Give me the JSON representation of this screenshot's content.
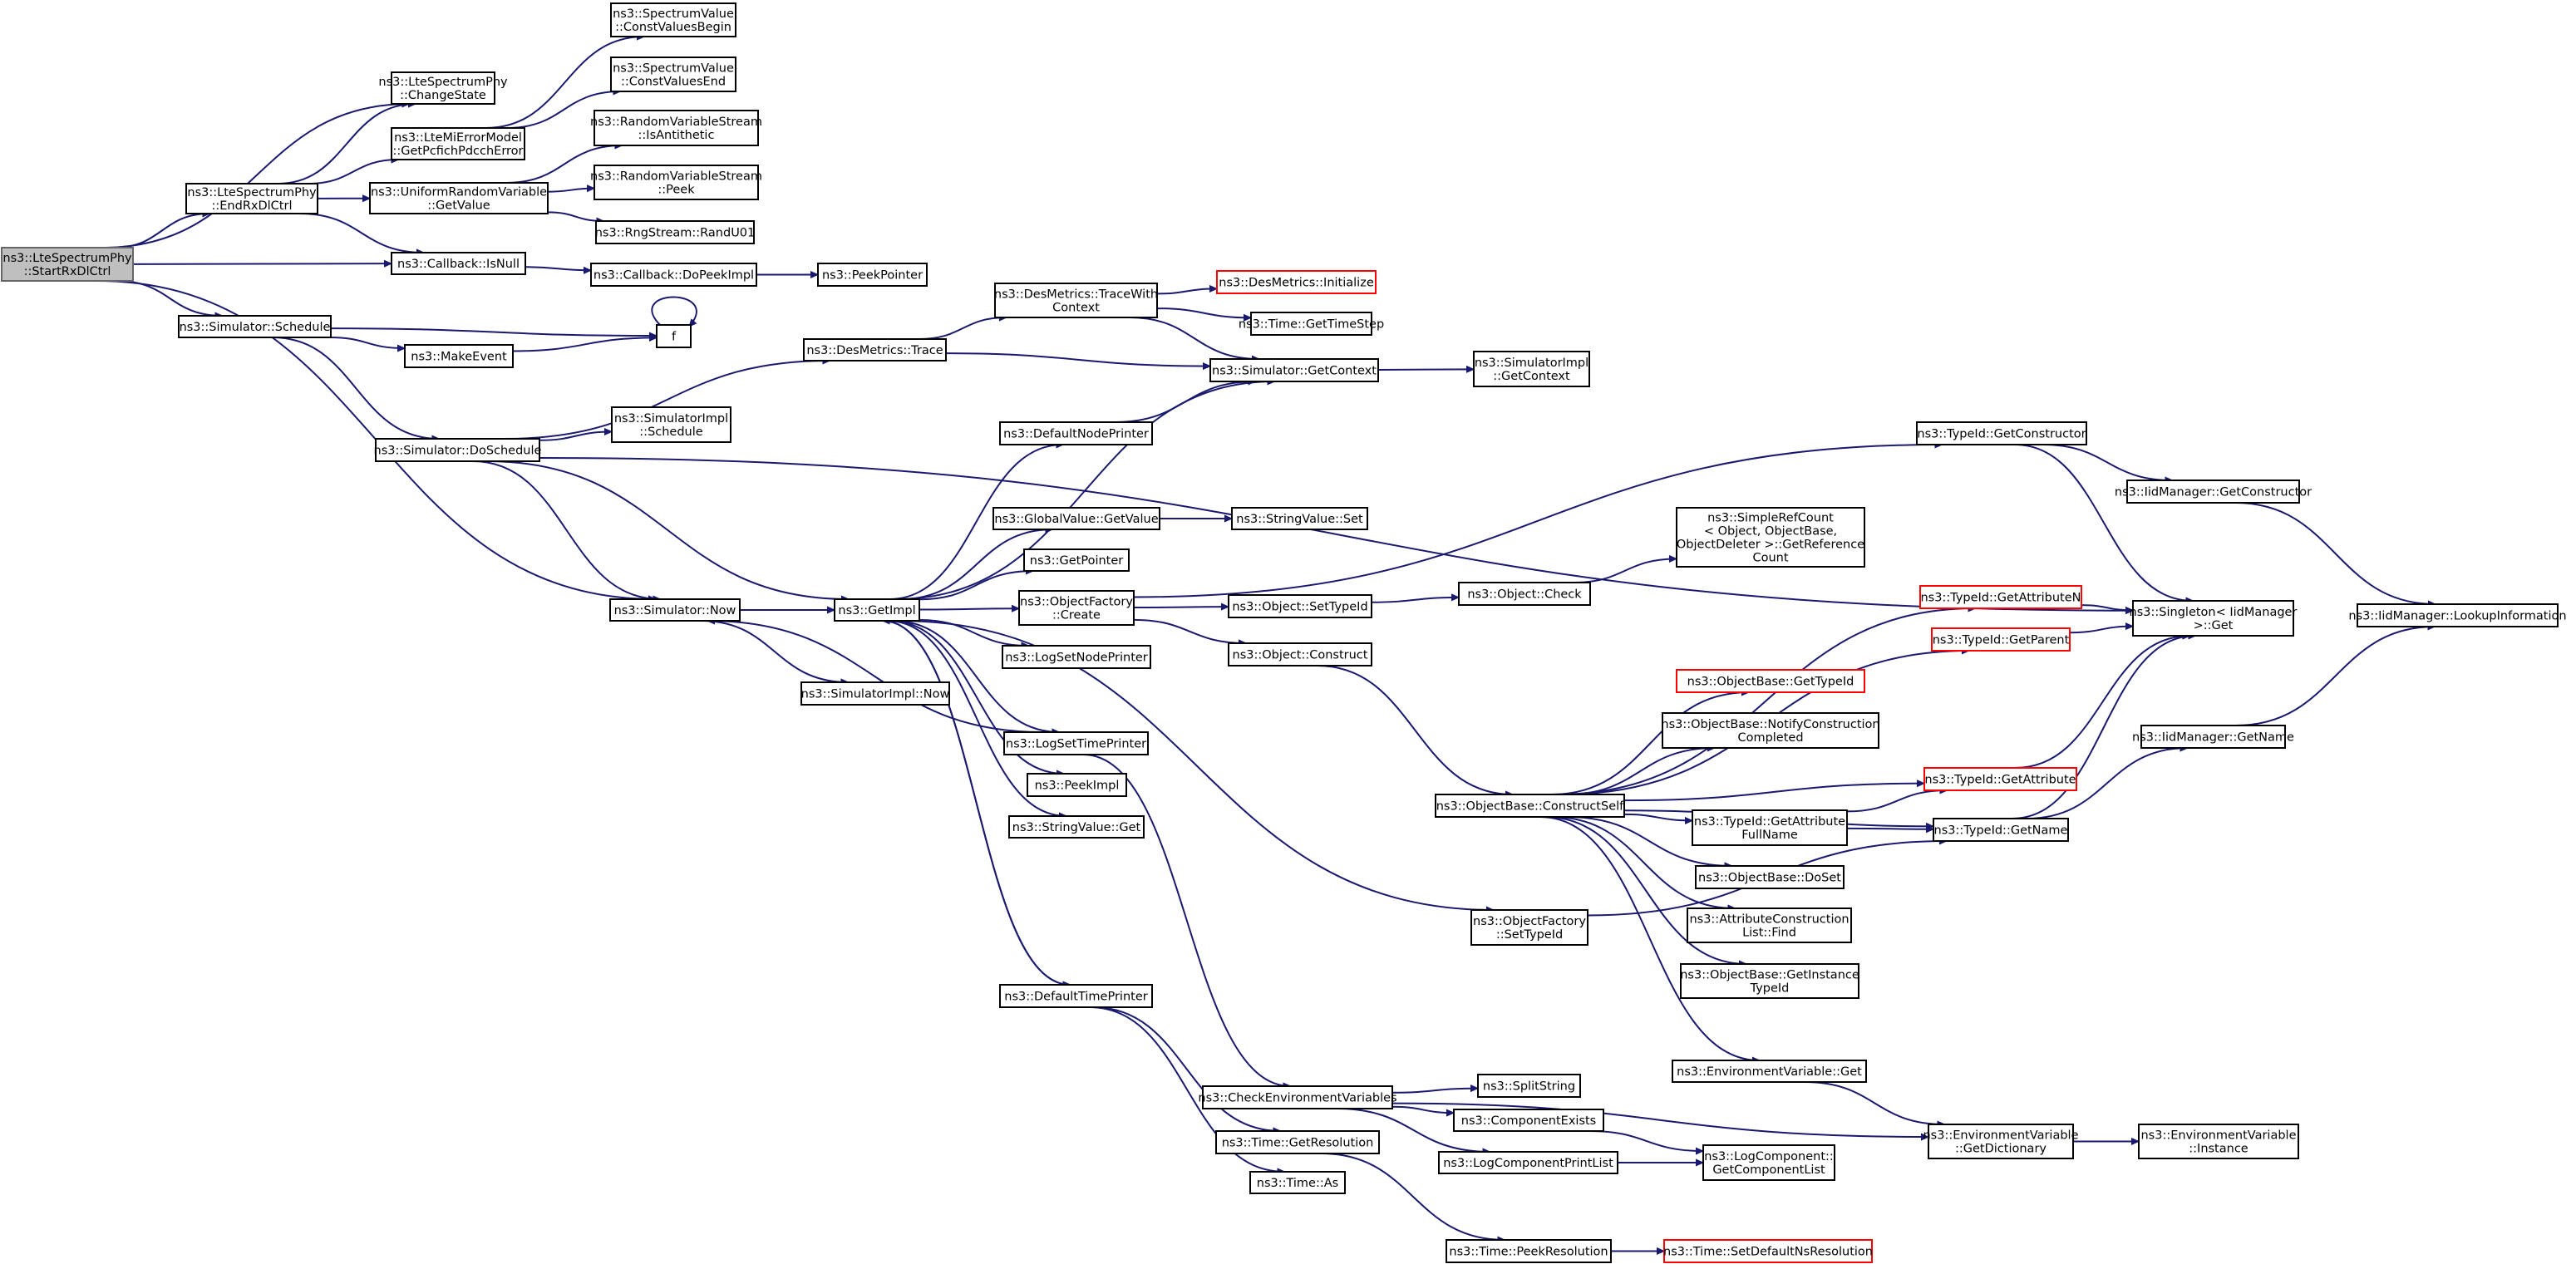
{
  "graph": {
    "root": "startrxdlctrl",
    "nodes": [
      {
        "id": "startrxdlctrl",
        "lines": [
          "ns3::LteSpectrumPhy",
          "::StartRxDlCtrl"
        ]
      },
      {
        "id": "changestate",
        "lines": [
          "ns3::LteSpectrumPhy",
          "::ChangeState"
        ]
      },
      {
        "id": "endrxdlctrl",
        "lines": [
          "ns3::LteSpectrumPhy",
          "::EndRxDlCtrl"
        ]
      },
      {
        "id": "getpcfich",
        "lines": [
          "ns3::LteMiErrorModel",
          "::GetPcfichPdcchError"
        ]
      },
      {
        "id": "uniformgetvalue",
        "lines": [
          "ns3::UniformRandomVariable",
          "::GetValue"
        ]
      },
      {
        "id": "cvbegin",
        "lines": [
          "ns3::SpectrumValue",
          "::ConstValuesBegin"
        ]
      },
      {
        "id": "cvend",
        "lines": [
          "ns3::SpectrumValue",
          "::ConstValuesEnd"
        ]
      },
      {
        "id": "isantithetic",
        "lines": [
          "ns3::RandomVariableStream",
          "::IsAntithetic"
        ]
      },
      {
        "id": "rvspeek",
        "lines": [
          "ns3::RandomVariableStream",
          "::Peek"
        ]
      },
      {
        "id": "randu01",
        "lines": [
          "ns3::RngStream::RandU01"
        ]
      },
      {
        "id": "isnull",
        "lines": [
          "ns3::Callback::IsNull"
        ]
      },
      {
        "id": "dopeekimpl",
        "lines": [
          "ns3::Callback::DoPeekImpl"
        ]
      },
      {
        "id": "peekpointer",
        "lines": [
          "ns3::PeekPointer"
        ]
      },
      {
        "id": "schedule",
        "lines": [
          "ns3::Simulator::Schedule"
        ]
      },
      {
        "id": "makeevent",
        "lines": [
          "ns3::MakeEvent"
        ]
      },
      {
        "id": "f",
        "lines": [
          "f"
        ]
      },
      {
        "id": "doschedule",
        "lines": [
          "ns3::Simulator::DoSchedule"
        ]
      },
      {
        "id": "siminow",
        "lines": [
          "ns3::Simulator::Now"
        ]
      },
      {
        "id": "simimplnow",
        "lines": [
          "ns3::SimulatorImpl::Now"
        ]
      },
      {
        "id": "desmtrace",
        "lines": [
          "ns3::DesMetrics::Trace"
        ]
      },
      {
        "id": "desmtracewc",
        "lines": [
          "ns3::DesMetrics::TraceWith",
          "Context"
        ]
      },
      {
        "id": "desminit",
        "lines": [
          "ns3::DesMetrics::Initialize"
        ],
        "truncated": true
      },
      {
        "id": "timestep",
        "lines": [
          "ns3::Time::GetTimeStep"
        ]
      },
      {
        "id": "simgetcontext",
        "lines": [
          "ns3::Simulator::GetContext"
        ]
      },
      {
        "id": "simimplgetcontext",
        "lines": [
          "ns3::SimulatorImpl",
          "::GetContext"
        ]
      },
      {
        "id": "simimplschedule",
        "lines": [
          "ns3::SimulatorImpl",
          "::Schedule"
        ]
      },
      {
        "id": "defnodeprinter",
        "lines": [
          "ns3::DefaultNodePrinter"
        ]
      },
      {
        "id": "getimpl",
        "lines": [
          "ns3::GetImpl"
        ]
      },
      {
        "id": "gvgetvalue",
        "lines": [
          "ns3::GlobalValue::GetValue"
        ]
      },
      {
        "id": "strvalset",
        "lines": [
          "ns3::StringValue::Set"
        ]
      },
      {
        "id": "getpointer",
        "lines": [
          "ns3::GetPointer"
        ]
      },
      {
        "id": "objfactcreate",
        "lines": [
          "ns3::ObjectFactory",
          "::Create"
        ]
      },
      {
        "id": "lognodeprinter",
        "lines": [
          "ns3::LogSetNodePrinter"
        ]
      },
      {
        "id": "logtimeprinter",
        "lines": [
          "ns3::LogSetTimePrinter"
        ]
      },
      {
        "id": "peekimpl",
        "lines": [
          "ns3::PeekImpl"
        ]
      },
      {
        "id": "strvalget",
        "lines": [
          "ns3::StringValue::Get"
        ]
      },
      {
        "id": "deftimeprinter",
        "lines": [
          "ns3::DefaultTimePrinter"
        ]
      },
      {
        "id": "objsettypeid",
        "lines": [
          "ns3::Object::SetTypeId"
        ]
      },
      {
        "id": "objcheck",
        "lines": [
          "ns3::Object::Check"
        ]
      },
      {
        "id": "simplerefcount",
        "lines": [
          "ns3::SimpleRefCount",
          "< Object, ObjectBase,",
          " ObjectDeleter >::GetReference",
          "Count"
        ]
      },
      {
        "id": "objconstruct",
        "lines": [
          "ns3::Object::Construct"
        ]
      },
      {
        "id": "constructself",
        "lines": [
          "ns3::ObjectBase::ConstructSelf"
        ]
      },
      {
        "id": "objfactsettypeid",
        "lines": [
          "ns3::ObjectFactory",
          "::SetTypeId"
        ]
      },
      {
        "id": "typeidgetctor",
        "lines": [
          "ns3::TypeId::GetConstructor"
        ]
      },
      {
        "id": "iidgetctor",
        "lines": [
          "ns3::IidManager::GetConstructor"
        ]
      },
      {
        "id": "iidlookup",
        "lines": [
          "ns3::IidManager::LookupInformation"
        ]
      },
      {
        "id": "singletonget",
        "lines": [
          "ns3::Singleton< IidManager",
          " >::Get"
        ]
      },
      {
        "id": "getattributen",
        "lines": [
          "ns3::TypeId::GetAttributeN"
        ],
        "truncated": true
      },
      {
        "id": "getparent",
        "lines": [
          "ns3::TypeId::GetParent"
        ],
        "truncated": true
      },
      {
        "id": "getinstancetypeid_red",
        "lines": [
          "ns3::ObjectBase::GetTypeId"
        ],
        "truncated": true
      },
      {
        "id": "notifyconstruct",
        "lines": [
          "ns3::ObjectBase::NotifyConstruction",
          "Completed"
        ]
      },
      {
        "id": "getattribute",
        "lines": [
          "ns3::TypeId::GetAttribute"
        ],
        "truncated": true
      },
      {
        "id": "getattrfullname",
        "lines": [
          "ns3::TypeId::GetAttribute",
          "FullName"
        ]
      },
      {
        "id": "typeidgetname",
        "lines": [
          "ns3::TypeId::GetName"
        ]
      },
      {
        "id": "iidgetname",
        "lines": [
          "ns3::IidManager::GetName"
        ]
      },
      {
        "id": "doset",
        "lines": [
          "ns3::ObjectBase::DoSet"
        ]
      },
      {
        "id": "attrconstructfind",
        "lines": [
          "ns3::AttributeConstruction",
          "List::Find"
        ]
      },
      {
        "id": "getinstancetypeid",
        "lines": [
          "ns3::ObjectBase::GetInstance",
          "TypeId"
        ]
      },
      {
        "id": "envvarget",
        "lines": [
          "ns3::EnvironmentVariable::Get"
        ]
      },
      {
        "id": "envgetdict",
        "lines": [
          "ns3::EnvironmentVariable",
          "::GetDictionary"
        ]
      },
      {
        "id": "envinstance",
        "lines": [
          "ns3::EnvironmentVariable",
          "::Instance"
        ]
      },
      {
        "id": "checkenv",
        "lines": [
          "ns3::CheckEnvironmentVariables"
        ]
      },
      {
        "id": "splitstring",
        "lines": [
          "ns3::SplitString"
        ]
      },
      {
        "id": "compexists",
        "lines": [
          "ns3::ComponentExists"
        ]
      },
      {
        "id": "logcompprintlist",
        "lines": [
          "ns3::LogComponentPrintList"
        ]
      },
      {
        "id": "logcompgetlist",
        "lines": [
          "ns3::LogComponent::",
          "GetComponentList"
        ]
      },
      {
        "id": "timegetres",
        "lines": [
          "ns3::Time::GetResolution"
        ]
      },
      {
        "id": "timeas",
        "lines": [
          "ns3::Time::As"
        ]
      },
      {
        "id": "timepeekres",
        "lines": [
          "ns3::Time::PeekResolution"
        ]
      },
      {
        "id": "setdefaultns",
        "lines": [
          "ns3::Time::SetDefaultNsResolution"
        ],
        "truncated": true
      }
    ],
    "edges": [
      [
        "startrxdlctrl",
        "changestate"
      ],
      [
        "startrxdlctrl",
        "endrxdlctrl"
      ],
      [
        "startrxdlctrl",
        "isnull"
      ],
      [
        "startrxdlctrl",
        "schedule"
      ],
      [
        "startrxdlctrl",
        "siminow"
      ],
      [
        "endrxdlctrl",
        "changestate"
      ],
      [
        "endrxdlctrl",
        "getpcfich"
      ],
      [
        "endrxdlctrl",
        "uniformgetvalue"
      ],
      [
        "endrxdlctrl",
        "isnull"
      ],
      [
        "getpcfich",
        "cvbegin"
      ],
      [
        "getpcfich",
        "cvend"
      ],
      [
        "uniformgetvalue",
        "isantithetic"
      ],
      [
        "uniformgetvalue",
        "rvspeek"
      ],
      [
        "uniformgetvalue",
        "randu01"
      ],
      [
        "isnull",
        "dopeekimpl"
      ],
      [
        "dopeekimpl",
        "peekpointer"
      ],
      [
        "schedule",
        "f"
      ],
      [
        "schedule",
        "makeevent"
      ],
      [
        "schedule",
        "doschedule"
      ],
      [
        "makeevent",
        "f"
      ],
      [
        "f",
        "f"
      ],
      [
        "doschedule",
        "desmtrace"
      ],
      [
        "doschedule",
        "simimplschedule"
      ],
      [
        "doschedule",
        "singletonget"
      ],
      [
        "doschedule",
        "siminow"
      ],
      [
        "doschedule",
        "getimpl"
      ],
      [
        "desmtrace",
        "desmtracewc"
      ],
      [
        "desmtrace",
        "simgetcontext"
      ],
      [
        "desmtracewc",
        "desminit"
      ],
      [
        "desmtracewc",
        "timestep"
      ],
      [
        "desmtracewc",
        "simgetcontext"
      ],
      [
        "simgetcontext",
        "simimplgetcontext"
      ],
      [
        "siminow",
        "getimpl"
      ],
      [
        "siminow",
        "simimplnow"
      ],
      [
        "getimpl",
        "simgetcontext"
      ],
      [
        "getimpl",
        "defnodeprinter"
      ],
      [
        "getimpl",
        "gvgetvalue"
      ],
      [
        "getimpl",
        "getpointer"
      ],
      [
        "getimpl",
        "objfactcreate"
      ],
      [
        "getimpl",
        "lognodeprinter"
      ],
      [
        "getimpl",
        "logtimeprinter"
      ],
      [
        "getimpl",
        "peekimpl"
      ],
      [
        "getimpl",
        "strvalget"
      ],
      [
        "getimpl",
        "deftimeprinter"
      ],
      [
        "getimpl",
        "objfactsettypeid"
      ],
      [
        "defnodeprinter",
        "simgetcontext"
      ],
      [
        "gvgetvalue",
        "strvalset"
      ],
      [
        "objfactcreate",
        "typeidgetctor"
      ],
      [
        "objfactcreate",
        "objsettypeid"
      ],
      [
        "objfactcreate",
        "objconstruct"
      ],
      [
        "objsettypeid",
        "objcheck"
      ],
      [
        "objcheck",
        "simplerefcount"
      ],
      [
        "objconstruct",
        "constructself"
      ],
      [
        "logtimeprinter",
        "siminow"
      ],
      [
        "logtimeprinter",
        "checkenv"
      ],
      [
        "deftimeprinter",
        "getimpl"
      ],
      [
        "deftimeprinter",
        "timegetres"
      ],
      [
        "deftimeprinter",
        "timeas"
      ],
      [
        "typeidgetctor",
        "iidgetctor"
      ],
      [
        "typeidgetctor",
        "singletonget"
      ],
      [
        "iidgetctor",
        "iidlookup"
      ],
      [
        "constructself",
        "getattributen"
      ],
      [
        "constructself",
        "getparent"
      ],
      [
        "constructself",
        "getinstancetypeid_red"
      ],
      [
        "constructself",
        "notifyconstruct"
      ],
      [
        "constructself",
        "getattribute"
      ],
      [
        "constructself",
        "getattrfullname"
      ],
      [
        "constructself",
        "typeidgetname"
      ],
      [
        "constructself",
        "doset"
      ],
      [
        "constructself",
        "attrconstructfind"
      ],
      [
        "constructself",
        "getinstancetypeid"
      ],
      [
        "constructself",
        "envvarget"
      ],
      [
        "getattributen",
        "singletonget"
      ],
      [
        "getparent",
        "singletonget"
      ],
      [
        "getattribute",
        "singletonget"
      ],
      [
        "getattrfullname",
        "getattribute"
      ],
      [
        "getattrfullname",
        "typeidgetname"
      ],
      [
        "typeidgetname",
        "singletonget"
      ],
      [
        "typeidgetname",
        "iidgetname"
      ],
      [
        "iidgetname",
        "iidlookup"
      ],
      [
        "objfactsettypeid",
        "typeidgetname"
      ],
      [
        "envvarget",
        "envgetdict"
      ],
      [
        "envgetdict",
        "envinstance"
      ],
      [
        "checkenv",
        "splitstring"
      ],
      [
        "checkenv",
        "compexists"
      ],
      [
        "checkenv",
        "logcompprintlist"
      ],
      [
        "checkenv",
        "envgetdict"
      ],
      [
        "compexists",
        "logcompgetlist"
      ],
      [
        "logcompprintlist",
        "logcompgetlist"
      ],
      [
        "timegetres",
        "timepeekres"
      ],
      [
        "timepeekres",
        "setdefaultns"
      ]
    ]
  }
}
